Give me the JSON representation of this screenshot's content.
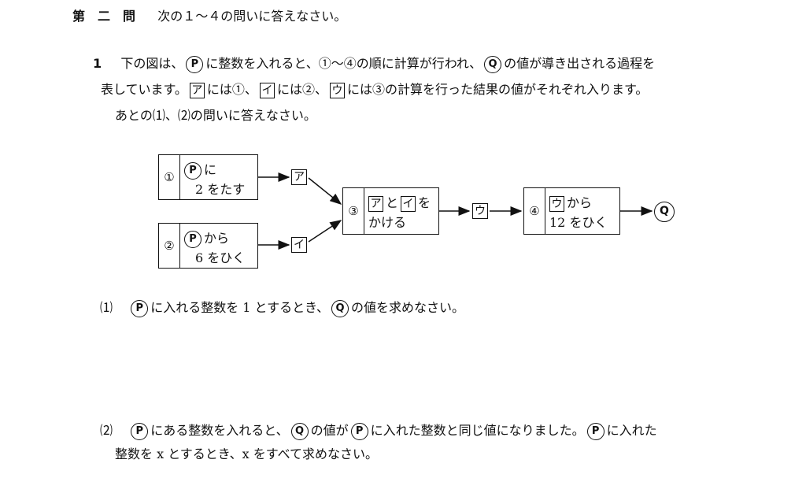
{
  "header": {
    "section": "第　二　問",
    "instruction": "次の１〜４の問いに答えなさい。"
  },
  "q1": {
    "number": "1",
    "line1_a": "下の図は、",
    "line1_b": "に整数を入れると、①〜④の順に計算が行われ、",
    "line1_c": "の値が導き出される過程を",
    "line2_a": "表しています。",
    "line2_b": "には①、",
    "line2_c": "には②、",
    "line2_d": "には③の計算を行った結果の値がそれぞれ入ります。",
    "line3": "あとの⑴、⑵の問いに答えなさい。"
  },
  "symbols": {
    "P": "P",
    "Q": "Q",
    "a": "ア",
    "i": "イ",
    "u": "ウ"
  },
  "diagram": {
    "box1": {
      "index": "①",
      "line1": "に",
      "line2": "2 をたす"
    },
    "box2": {
      "index": "②",
      "line1": "から",
      "line2": "6 をひく"
    },
    "box3": {
      "index": "③",
      "line1_mid": "と",
      "line1_end": "を",
      "line2": "かける"
    },
    "box4": {
      "index": "④",
      "line1": "から",
      "line2": "12 をひく"
    }
  },
  "sub1": {
    "label": "⑴",
    "text_a": "に入れる整数を 1 とするとき、",
    "text_b": "の値を求めなさい。"
  },
  "sub2": {
    "label": "⑵",
    "text_a": "にある整数を入れると、",
    "text_b": "の値が",
    "text_c": "に入れた整数と同じ値になりました。",
    "text_d": "に入れた",
    "line2": "整数を x とするとき、x をすべて求めなさい。"
  }
}
